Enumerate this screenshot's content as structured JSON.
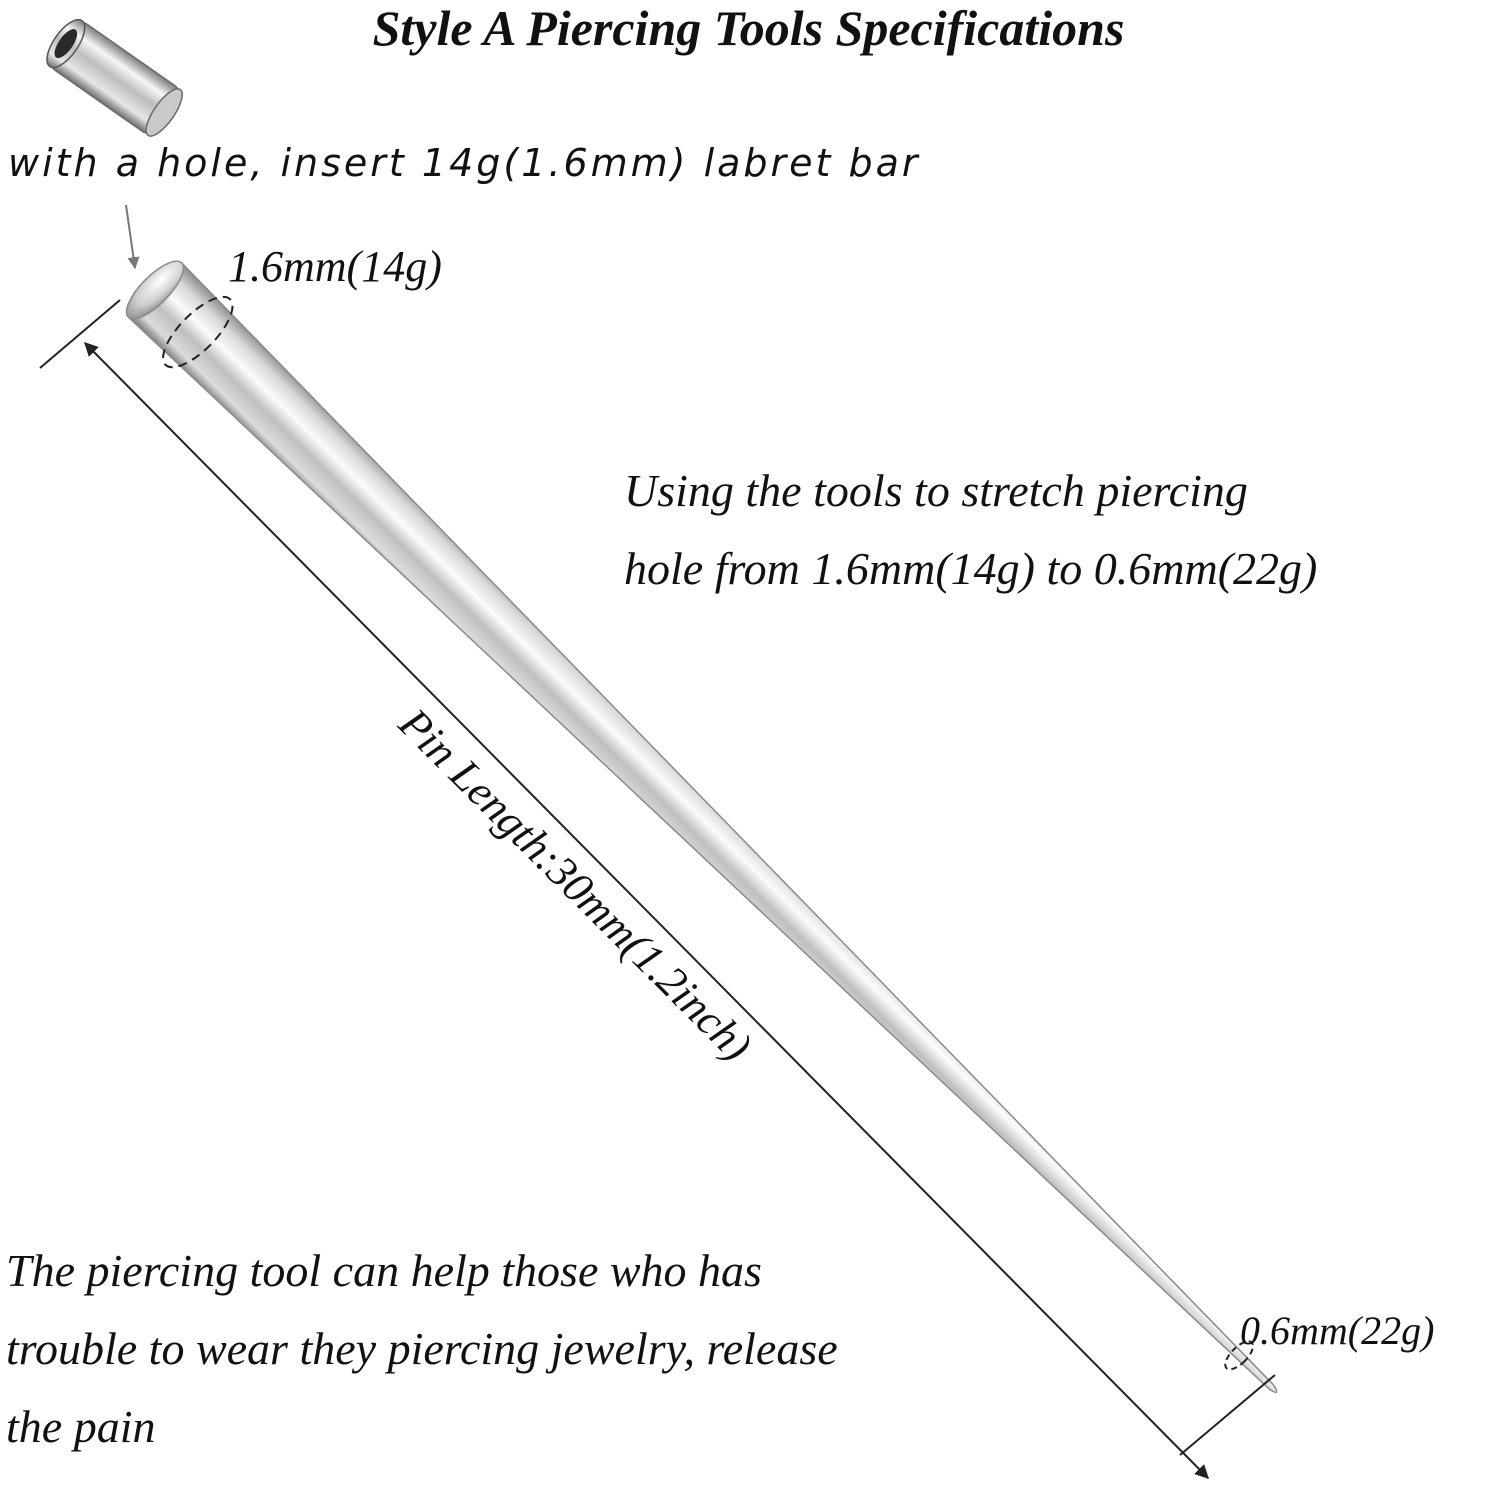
{
  "title": "Style A Piercing Tools Specifications",
  "hole_note": "with a hole, insert 14g(1.6mm) labret bar",
  "dim_top": "1.6mm(14g)",
  "dim_bottom": "0.6mm(22g)",
  "usage": {
    "line1": "Using the tools to stretch piercing",
    "line2": "hole from 1.6mm(14g) to 0.6mm(22g)"
  },
  "pin_length": "Pin Length:30mm(1.2inch)",
  "help": {
    "line1": "The piercing tool can help those who has",
    "line2": "trouble to wear they piercing jewelry, release",
    "line3": "the pain"
  },
  "colors": {
    "text": "#111111",
    "metal_light": "#f4f4f4",
    "metal_mid": "#c8c8c8",
    "metal_dark": "#8a8a8a",
    "line": "#222222"
  }
}
